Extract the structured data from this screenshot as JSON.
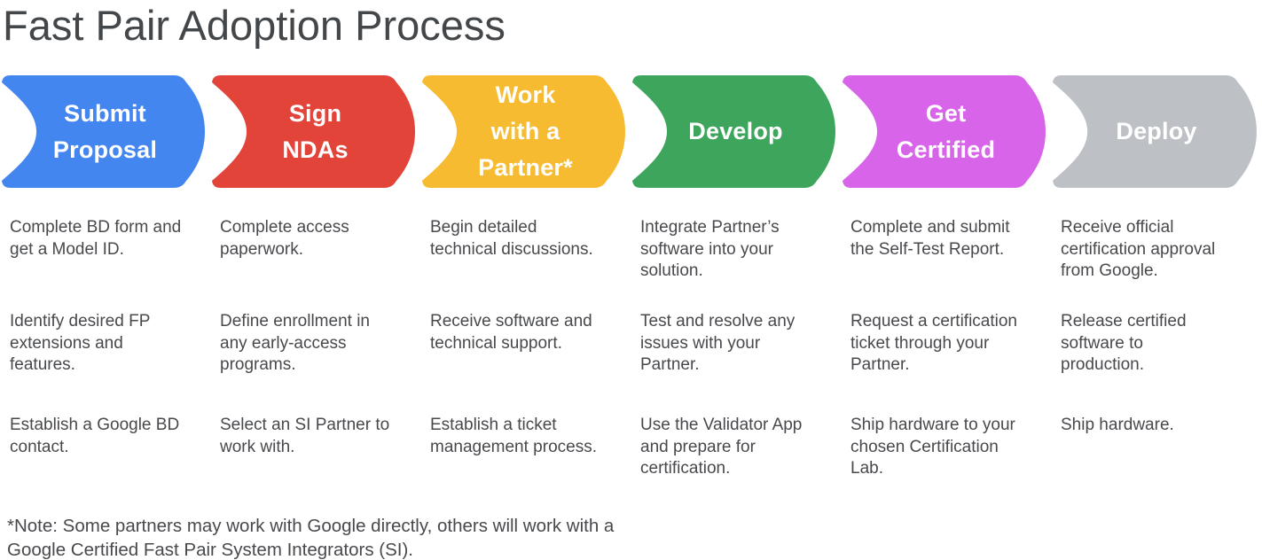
{
  "title": "Fast Pair Adoption Process",
  "footnote": "*Note: Some partners may work with Google directly, others will work with a\nGoogle Certified Fast Pair System Integrators (SI).",
  "stages": [
    {
      "label": "Submit\nProposal",
      "color": "#4486f0",
      "notes": [
        "Complete BD form and\nget a Model ID.",
        "Identify desired FP\nextensions and\nfeatures.",
        "Establish a Google BD\ncontact."
      ]
    },
    {
      "label": "Sign\nNDAs",
      "color": "#e2443a",
      "notes": [
        "Complete access\npaperwork.",
        "Define enrollment in\nany early-access\nprograms.",
        "Select an SI Partner to\nwork with."
      ]
    },
    {
      "label": "Work\nwith a\nPartner*",
      "color": "#f6bb30",
      "notes": [
        "Begin detailed\ntechnical discussions.",
        "Receive software and\ntechnical support.",
        "Establish a ticket\nmanagement process."
      ]
    },
    {
      "label": "Develop",
      "color": "#3ea65c",
      "notes": [
        "Integrate Partner’s\nsoftware into your\nsolution.",
        "Test and resolve any\nissues with your\nPartner.",
        "Use the Validator App\nand prepare for\ncertification."
      ]
    },
    {
      "label": "Get\nCertified",
      "color": "#d764e9",
      "notes": [
        "Complete and submit\nthe Self-Test Report.",
        "Request a certification\nticket through your\nPartner.",
        "Ship hardware to your\nchosen Certification\nLab."
      ]
    },
    {
      "label": "Deploy",
      "color": "#bdc1c6",
      "notes": [
        "Receive official\ncertification approval\nfrom Google.",
        "Release certified\nsoftware to\nproduction.",
        "Ship hardware."
      ]
    }
  ]
}
